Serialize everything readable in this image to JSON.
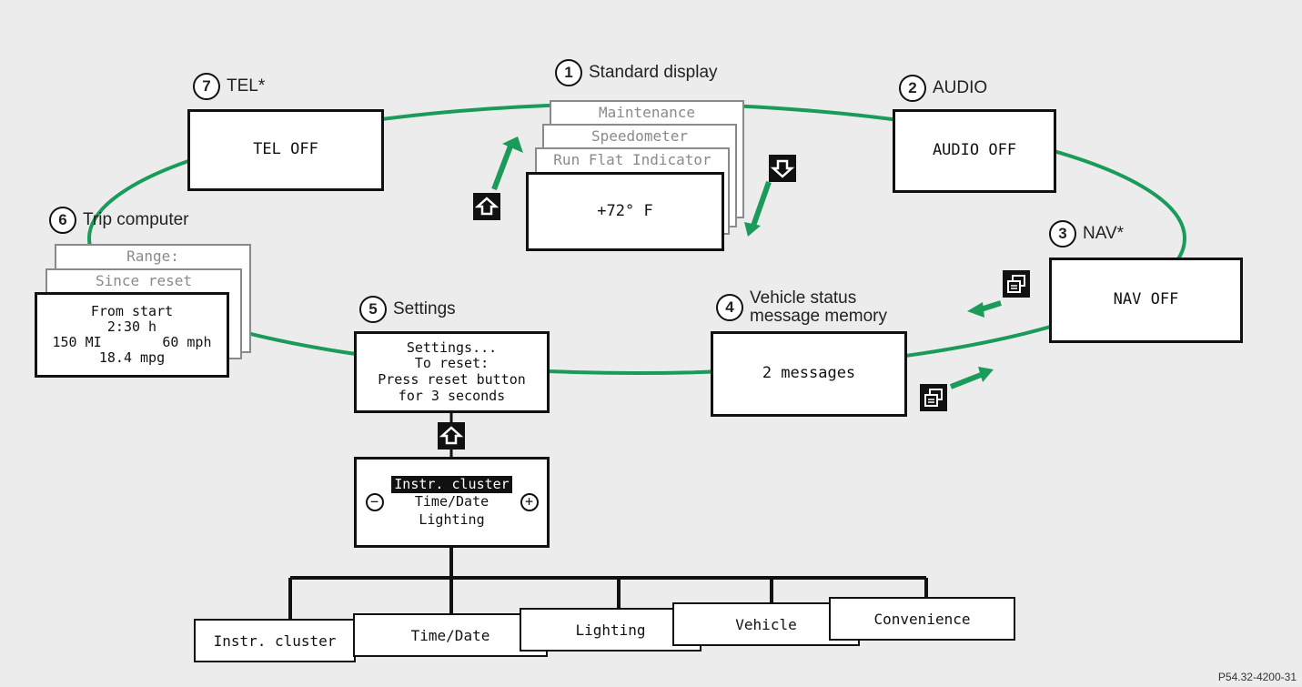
{
  "labels": {
    "standard_display": {
      "num": "1",
      "text": "Standard display"
    },
    "audio": {
      "num": "2",
      "text": "AUDIO"
    },
    "nav": {
      "num": "3",
      "text": "NAV*"
    },
    "vehicle_status": {
      "num": "4",
      "line1": "Vehicle status",
      "line2": "message memory"
    },
    "settings": {
      "num": "5",
      "text": "Settings"
    },
    "trip_computer": {
      "num": "6",
      "text": "Trip computer"
    },
    "tel": {
      "num": "7",
      "text": "TEL*"
    }
  },
  "standard_display": {
    "stack": [
      "Maintenance",
      "Speedometer",
      "Run Flat Indicator"
    ],
    "main": "+72° F"
  },
  "audio_box": "AUDIO OFF",
  "nav_box": "NAV OFF",
  "tel_box": "TEL OFF",
  "vehicle_box": "2 messages",
  "settings_box": [
    "Settings...",
    "To reset:",
    "Press reset button",
    "for 3 seconds"
  ],
  "trip": {
    "stack": [
      "Range:",
      "Since reset"
    ],
    "main": {
      "line1": "From start",
      "line2": "2:30 h",
      "dist": "150 MI",
      "speed": "60 mph",
      "line4": "18.4 mpg"
    }
  },
  "menu": {
    "selected": "Instr. cluster",
    "item2": "Time/Date",
    "item3": "Lighting",
    "minus": "−",
    "plus": "+"
  },
  "submenus": [
    "Instr. cluster",
    "Time/Date",
    "Lighting",
    "Vehicle",
    "Convenience"
  ],
  "reference": "P54.32-4200-31",
  "colors": {
    "loop": "#1a9b5a",
    "arrow": "#1a9b5a",
    "frame": "#111111"
  },
  "icons": {
    "up_button": "up-arrow-button-icon",
    "down_button": "down-arrow-button-icon",
    "page_button": "page-button-icon"
  }
}
